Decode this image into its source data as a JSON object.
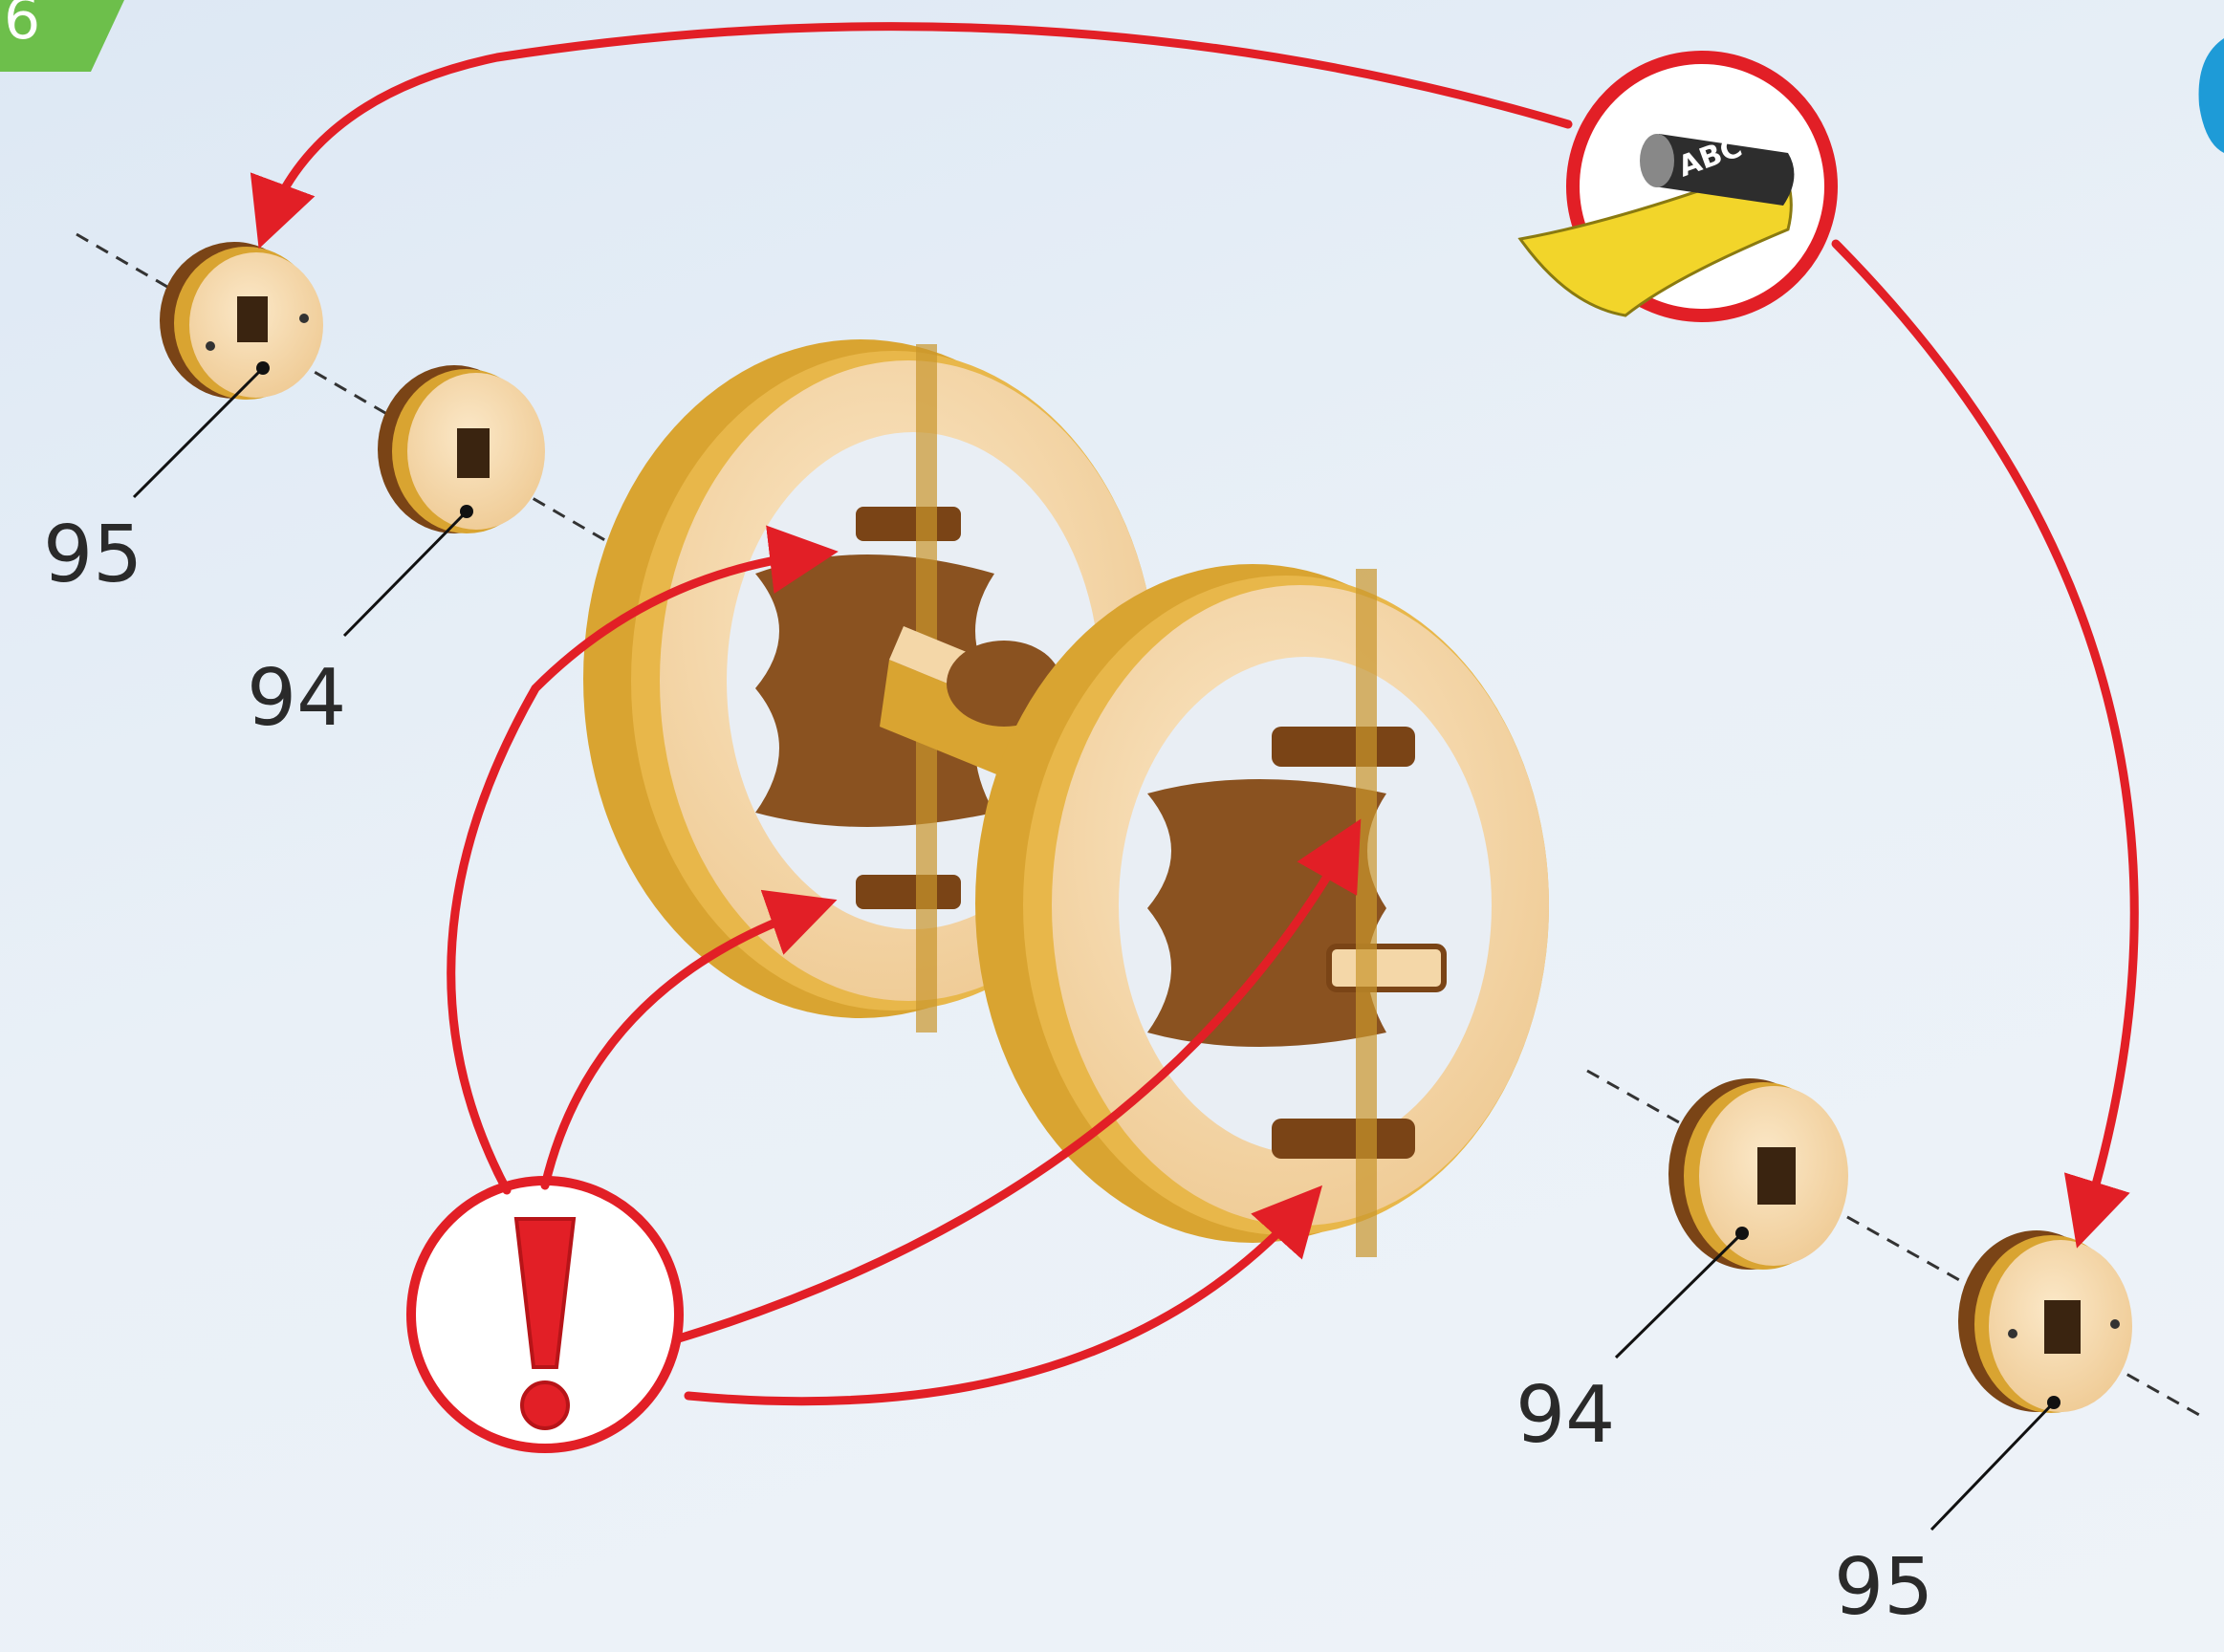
{
  "step": {
    "number": "6"
  },
  "labels": {
    "part_95_left": "95",
    "part_94_left": "94",
    "part_94_right": "94",
    "part_95_right": "95"
  },
  "sticker": {
    "text": "ABC"
  },
  "colors": {
    "arrow": "#e21f26",
    "wood_light": "#f4d7a8",
    "wood_dark": "#7a4416",
    "wood_edge": "#d9a431",
    "step_badge": "#6dbf4b",
    "sticker_yellow": "#f2d52a"
  },
  "icons": {
    "caution": "exclamation-icon",
    "sticker": "sticker-roll-icon"
  }
}
